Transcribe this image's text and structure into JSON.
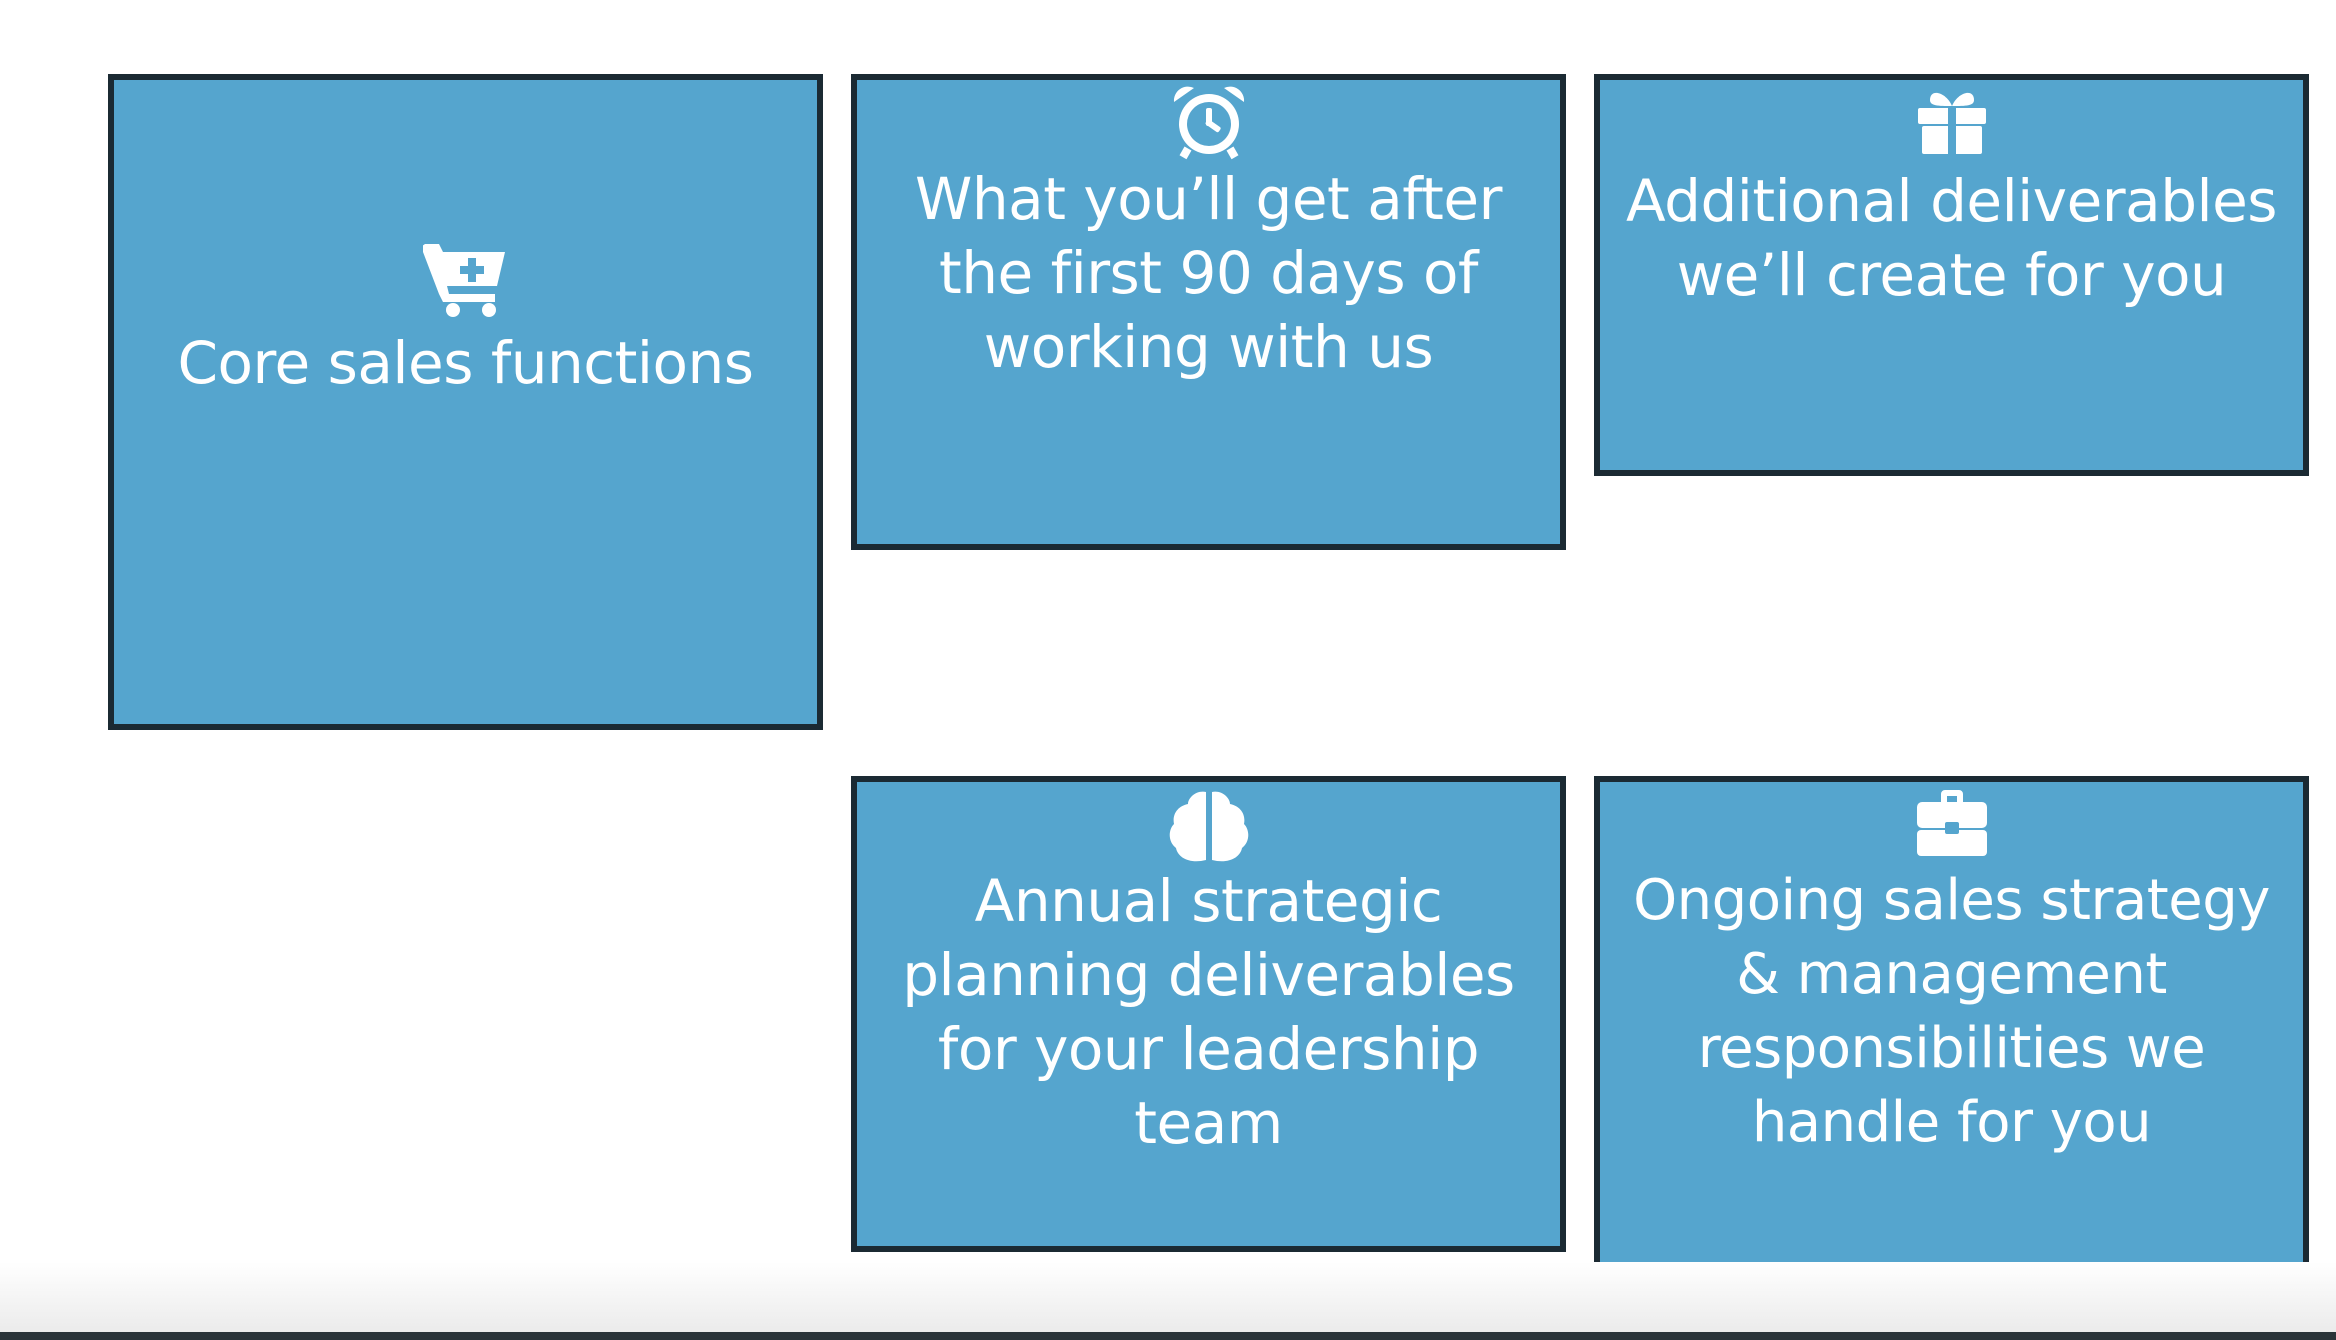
{
  "colors": {
    "card_background": "#55a5ce",
    "card_border": "#1b2a33",
    "text": "#ffffff"
  },
  "cards": [
    {
      "icon": "cart-plus-icon",
      "label": "Core sales functions"
    },
    {
      "icon": "alarm-clock-icon",
      "label": "What you’ll get after the first 90 days of working with us"
    },
    {
      "icon": "gift-icon",
      "label": "Additional deliverables we’ll create for you"
    },
    {
      "icon": "brain-icon",
      "label": "Annual strategic planning deliverables for your leadership team"
    },
    {
      "icon": "briefcase-icon",
      "label": "Ongoing sales strategy & management responsibilities we handle for you"
    }
  ]
}
